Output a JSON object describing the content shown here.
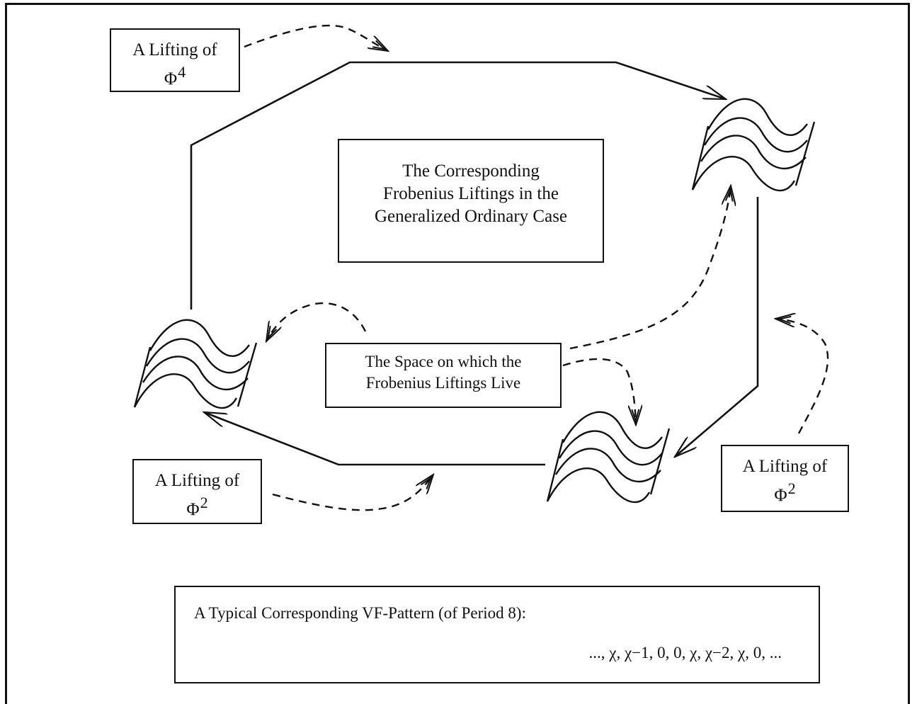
{
  "lifting_boxes": [
    {
      "label": "A Lifting of",
      "symbol": "Φ",
      "exponent": "4"
    },
    {
      "label": "A Lifting of",
      "symbol": "Φ",
      "exponent": "2"
    },
    {
      "label": "A Lifting of",
      "symbol": "Φ",
      "exponent": "2"
    }
  ],
  "center_box": {
    "lines": [
      "The Corresponding",
      "Frobenius Liftings in the",
      "Generalized Ordinary Case"
    ]
  },
  "space_box": {
    "lines": [
      "The Space on which the",
      "Frobenius Liftings Live"
    ]
  },
  "vf_box": {
    "heading": "A Typical Corresponding VF-Pattern (of Period 8):",
    "sequence": "..., χ, χ−1, 0, 0, χ, χ−2, χ, 0, ..."
  },
  "colors": {
    "ink": "#111111",
    "background": "#ffffff"
  }
}
